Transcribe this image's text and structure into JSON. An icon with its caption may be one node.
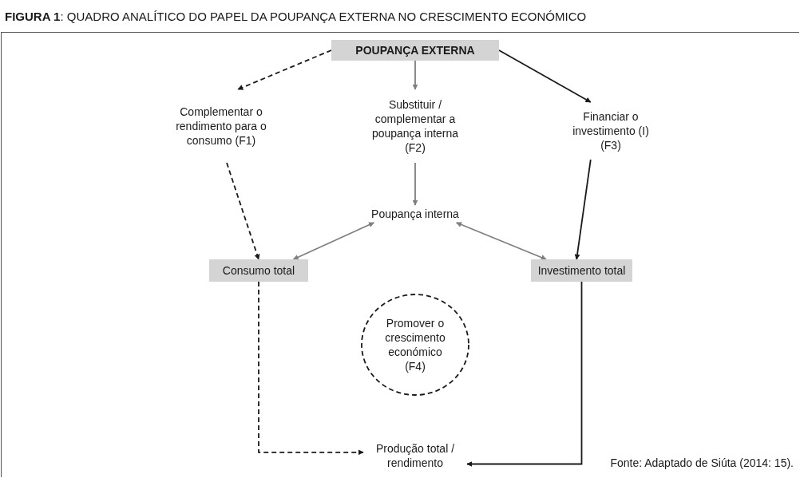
{
  "diagram": {
    "title": "**FIGURA 1**: QUADRO ANALÍTICO DO PAPEL DA POUPANÇA EXTERNA NO CRESCIMENTO ECONÓMICO",
    "caption": "Fonte: Adaptado de Siúta (2014: 15).",
    "nodes": [
      {
        "text": [
          "POUPANÇA EXTERNA"
        ]
      },
      {
        "text": [
          "Complementar o rendimento para o consumo (F1)"
        ]
      },
      {
        "text": [
          "Substituir / complementar a poupança interna (F2)"
        ]
      },
      {
        "text": [
          "Financiar o investimento (I) (F3)"
        ]
      },
      {
        "text": [
          "Poupança interna"
        ]
      },
      {
        "text": [
          "Consumo total"
        ]
      },
      {
        "text": [
          "Investimento total"
        ]
      },
      {
        "text": [
          "Promover o crescimento económico (F4)"
        ]
      },
      {
        "text": [
          "Produção total / rendimento"
        ]
      }
    ],
    "edges": [
      {
        "from": 0,
        "to": 1,
        "arrow": "to",
        "style": "dashed"
      },
      {
        "from": 0,
        "to": 2,
        "arrow": "to",
        "color": "#7f7f7f"
      },
      {
        "from": 0,
        "to": 3,
        "arrow": "to"
      },
      {
        "from": 1,
        "to": 5,
        "arrow": "to",
        "style": "dashed"
      },
      {
        "from": 2,
        "to": 4,
        "arrow": "to",
        "color": "#7f7f7f"
      },
      {
        "from": 4,
        "to": 5,
        "arrow": "both",
        "color": "#7f7f7f"
      },
      {
        "from": 4,
        "to": 6,
        "arrow": "both",
        "color": "#7f7f7f"
      },
      {
        "from": 3,
        "to": 6,
        "arrow": "to"
      },
      {
        "from": 5,
        "to": 8,
        "arrow": "to",
        "style": "dashed"
      },
      {
        "from": 6,
        "to": 8,
        "arrow": "to"
      }
    ]
  }
}
